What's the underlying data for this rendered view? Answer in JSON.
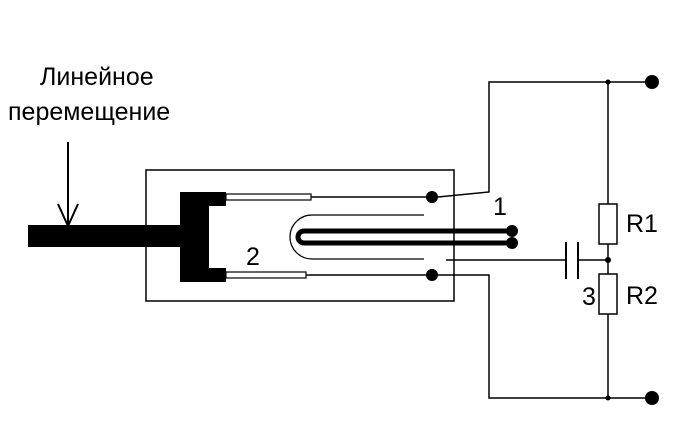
{
  "caption": {
    "line1": "Линейное",
    "line2": "перемещение"
  },
  "labels": {
    "n1": "1",
    "n2": "2",
    "n3": "3",
    "r1": "R1",
    "r2": "R2"
  },
  "colors": {
    "ink": "#000000",
    "background": "#ffffff"
  }
}
